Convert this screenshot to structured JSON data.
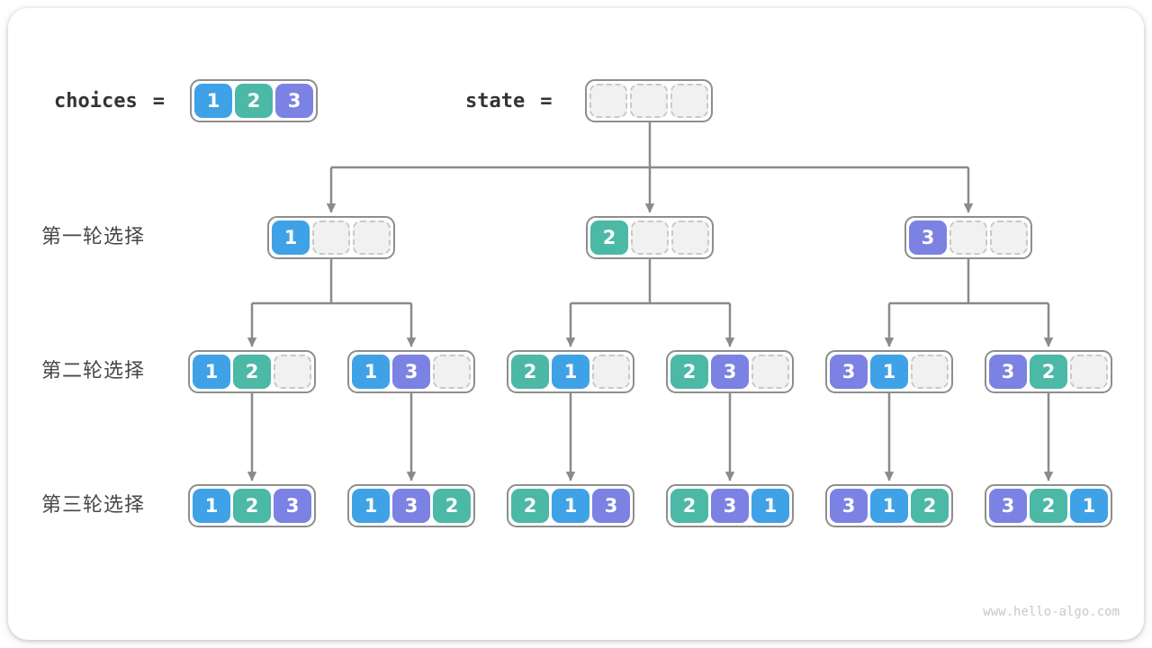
{
  "colors": {
    "values": {
      "1": "#3fa2e6",
      "2": "#4cb8a6",
      "3": "#7b82e3"
    },
    "arrow": "#8a8a8a",
    "container_border": "#8e8e8e",
    "empty_fill": "#f1f1f2",
    "empty_border": "#c9c9c9"
  },
  "header": {
    "choices_label": "choices",
    "state_label": "state",
    "equals": "=",
    "choices_slots": [
      "1",
      "2",
      "3"
    ],
    "state_slots": [
      null,
      null,
      null
    ]
  },
  "rows": [
    {
      "label": "第一轮选择",
      "nodes": [
        [
          "1",
          null,
          null
        ],
        [
          "2",
          null,
          null
        ],
        [
          "3",
          null,
          null
        ]
      ]
    },
    {
      "label": "第二轮选择",
      "nodes": [
        [
          "1",
          "2",
          null
        ],
        [
          "1",
          "3",
          null
        ],
        [
          "2",
          "1",
          null
        ],
        [
          "2",
          "3",
          null
        ],
        [
          "3",
          "1",
          null
        ],
        [
          "3",
          "2",
          null
        ]
      ]
    },
    {
      "label": "第三轮选择",
      "nodes": [
        [
          "1",
          "2",
          "3"
        ],
        [
          "1",
          "3",
          "2"
        ],
        [
          "2",
          "1",
          "3"
        ],
        [
          "2",
          "3",
          "1"
        ],
        [
          "3",
          "1",
          "2"
        ],
        [
          "3",
          "2",
          "1"
        ]
      ]
    }
  ],
  "footer": {
    "watermark": "www.hello-algo.com"
  }
}
